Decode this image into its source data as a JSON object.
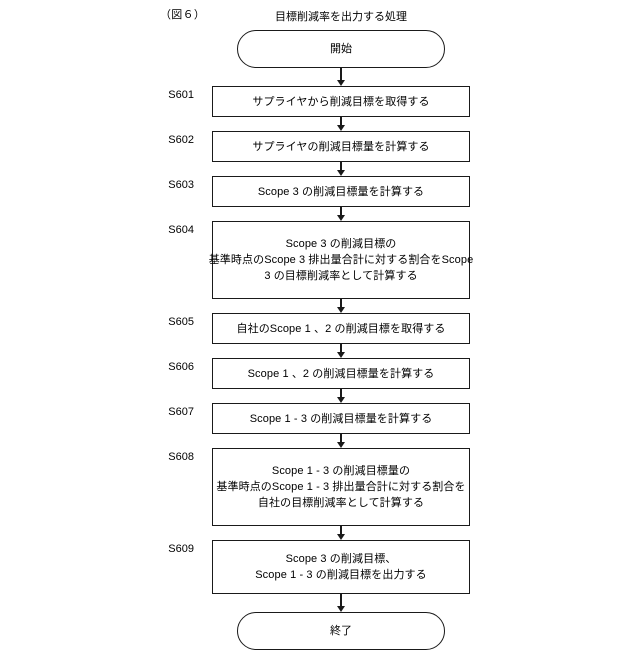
{
  "figure": {
    "label": "（図６）",
    "title": "目標削減率を出力する処理"
  },
  "flow": {
    "start": {
      "id": "start",
      "label": "開始"
    },
    "end": {
      "id": "end",
      "label": "終了"
    },
    "steps": [
      {
        "step_id": "S601",
        "lines": [
          "サプライヤから削減目標を取得する"
        ]
      },
      {
        "step_id": "S602",
        "lines": [
          "サプライヤの削減目標量を計算する"
        ]
      },
      {
        "step_id": "S603",
        "lines": [
          "Scope 3 の削減目標量を計算する"
        ]
      },
      {
        "step_id": "S604",
        "lines": [
          "Scope 3 の削減目標の",
          "基準時点のScope 3 排出量合計に対する割合をScope",
          "3 の目標削減率として計算する"
        ]
      },
      {
        "step_id": "S605",
        "lines": [
          "自社のScope 1 、2 の削減目標を取得する"
        ]
      },
      {
        "step_id": "S606",
        "lines": [
          "Scope 1 、2 の削減目標量を計算する"
        ]
      },
      {
        "step_id": "S607",
        "lines": [
          "Scope 1 - 3 の削減目標量を計算する"
        ]
      },
      {
        "step_id": "S608",
        "lines": [
          "Scope 1 - 3 の削減目標量の",
          "基準時点のScope 1 - 3 排出量合計に対する割合を",
          "自社の目標削減率として計算する"
        ]
      },
      {
        "step_id": "S609",
        "lines": [
          "Scope 3 の削減目標、",
          "Scope 1 - 3 の削減目標を出力する"
        ]
      }
    ]
  },
  "style": {
    "stroke": "#1a1a1a",
    "background": "#ffffff",
    "text": "#000000"
  }
}
